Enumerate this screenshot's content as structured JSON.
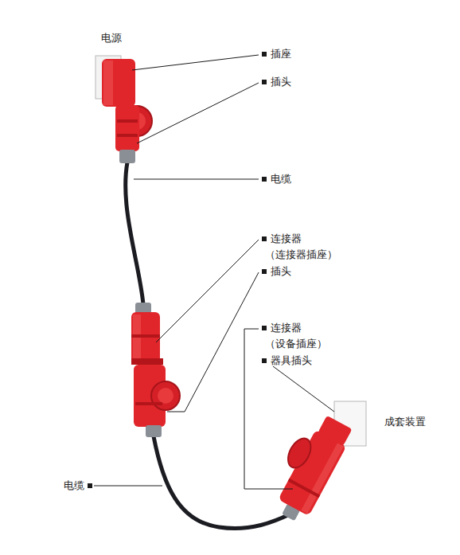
{
  "diagram": {
    "labels": [
      "电源",
      "插座",
      "插头",
      "电缆",
      "连接器",
      "（连接器插座）",
      "插头",
      "连接器",
      "（设备插座）",
      "器具插头",
      "成套装置",
      "电缆"
    ]
  }
}
